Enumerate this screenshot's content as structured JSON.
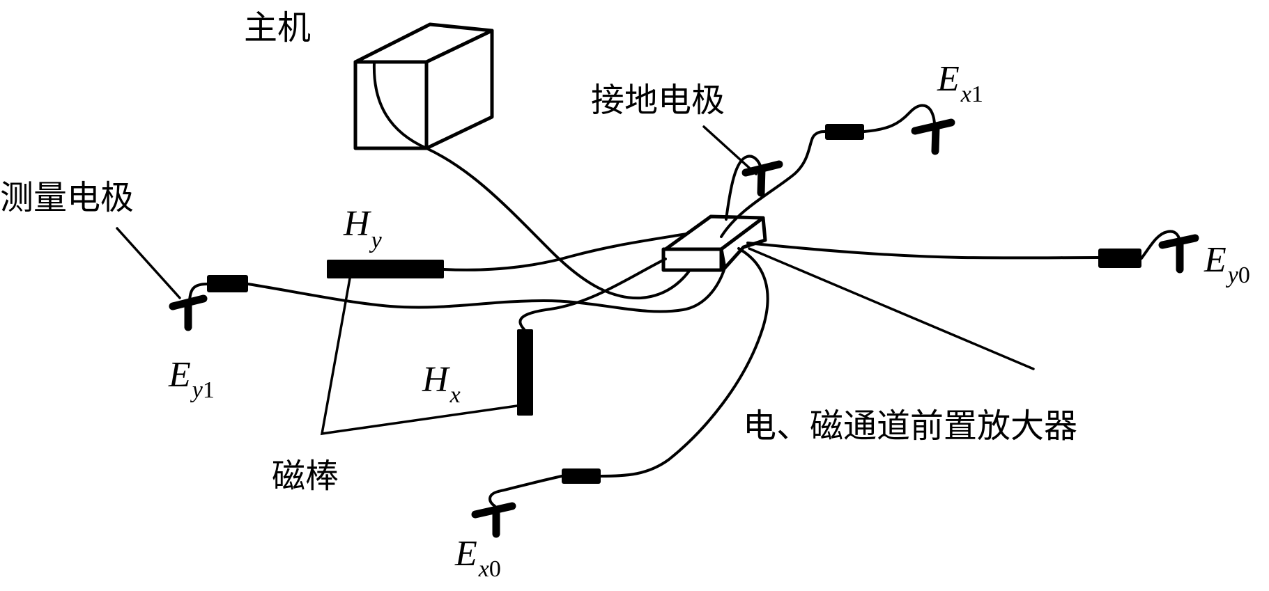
{
  "diagram": {
    "title": "Magnetotelluric field layout",
    "labels": {
      "host": "主机",
      "measuring_electrode": "测量电极",
      "ground_electrode": "接地电极",
      "preamp": "电、磁通道前置放大器",
      "magnetic_rod": "磁棒"
    },
    "channels": {
      "hy": {
        "main": "H",
        "sub": "y",
        "sub_num": ""
      },
      "hx": {
        "main": "H",
        "sub": "x",
        "sub_num": ""
      },
      "ey1": {
        "main": "E",
        "sub": "y",
        "sub_num": "1"
      },
      "ey0": {
        "main": "E",
        "sub": "y",
        "sub_num": "0"
      },
      "ex1": {
        "main": "E",
        "sub": "x",
        "sub_num": "1"
      },
      "ex0": {
        "main": "E",
        "sub": "x",
        "sub_num": "0"
      }
    },
    "components": [
      {
        "id": "host",
        "kind": "box-3d",
        "label_ref": "host"
      },
      {
        "id": "preamp",
        "kind": "box-3d",
        "label_ref": "preamp"
      },
      {
        "id": "hy-rod",
        "kind": "magnetic-rod",
        "label_ref": "hy"
      },
      {
        "id": "hx-rod",
        "kind": "magnetic-rod",
        "label_ref": "hx"
      },
      {
        "id": "ground-electrode",
        "kind": "electrode",
        "label_ref": "ground_electrode"
      },
      {
        "id": "ey1-electrode",
        "kind": "electrode",
        "label_ref": "ey1"
      },
      {
        "id": "ey0-electrode",
        "kind": "electrode",
        "label_ref": "ey0"
      },
      {
        "id": "ex1-electrode",
        "kind": "electrode",
        "label_ref": "ex1"
      },
      {
        "id": "ex0-electrode",
        "kind": "electrode",
        "label_ref": "ex0"
      }
    ],
    "connections": [
      {
        "from": "host",
        "to": "preamp"
      },
      {
        "from": "hy-rod",
        "to": "preamp"
      },
      {
        "from": "hx-rod",
        "to": "preamp"
      },
      {
        "from": "ey1-electrode",
        "to": "preamp"
      },
      {
        "from": "ey0-electrode",
        "to": "preamp"
      },
      {
        "from": "ex1-electrode",
        "to": "preamp"
      },
      {
        "from": "ex0-electrode",
        "to": "preamp"
      },
      {
        "from": "ground-electrode",
        "to": "preamp"
      }
    ],
    "colors": {
      "stroke": "#000000",
      "background": "#ffffff"
    }
  }
}
